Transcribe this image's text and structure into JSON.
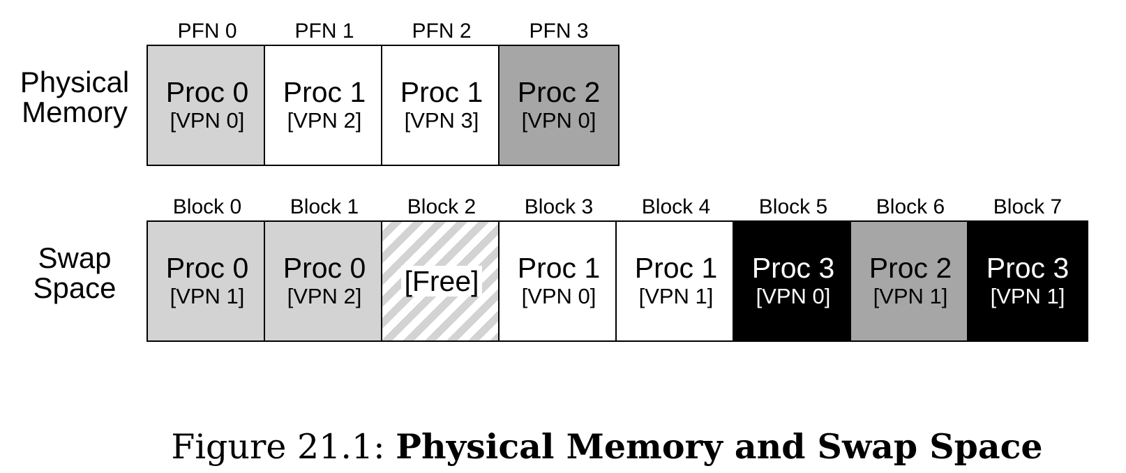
{
  "physical_memory": {
    "label_line1": "Physical",
    "label_line2": "Memory",
    "frames": [
      {
        "header": "PFN 0",
        "proc": "Proc 0",
        "vpn": "[VPN 0]",
        "fill": "light"
      },
      {
        "header": "PFN 1",
        "proc": "Proc 1",
        "vpn": "[VPN 2]",
        "fill": "white"
      },
      {
        "header": "PFN 2",
        "proc": "Proc 1",
        "vpn": "[VPN 3]",
        "fill": "white"
      },
      {
        "header": "PFN 3",
        "proc": "Proc 2",
        "vpn": "[VPN 0]",
        "fill": "mid"
      }
    ]
  },
  "swap_space": {
    "label_line1": "Swap",
    "label_line2": "Space",
    "blocks": [
      {
        "header": "Block 0",
        "proc": "Proc 0",
        "vpn": "[VPN 1]",
        "fill": "light"
      },
      {
        "header": "Block 1",
        "proc": "Proc 0",
        "vpn": "[VPN 2]",
        "fill": "light"
      },
      {
        "header": "Block 2",
        "free": "[Free]",
        "fill": "hatch"
      },
      {
        "header": "Block 3",
        "proc": "Proc 1",
        "vpn": "[VPN 0]",
        "fill": "white"
      },
      {
        "header": "Block 4",
        "proc": "Proc 1",
        "vpn": "[VPN 1]",
        "fill": "white"
      },
      {
        "header": "Block 5",
        "proc": "Proc 3",
        "vpn": "[VPN 0]",
        "fill": "black"
      },
      {
        "header": "Block 6",
        "proc": "Proc 2",
        "vpn": "[VPN 1]",
        "fill": "mid"
      },
      {
        "header": "Block 7",
        "proc": "Proc 3",
        "vpn": "[VPN 1]",
        "fill": "black"
      }
    ]
  },
  "colors": {
    "light": "#d3d3d3",
    "mid": "#a6a6a6",
    "black": "#000000",
    "white": "#ffffff"
  },
  "caption": {
    "prefix": "Figure 21.1: ",
    "title": "Physical Memory and Swap Space"
  }
}
